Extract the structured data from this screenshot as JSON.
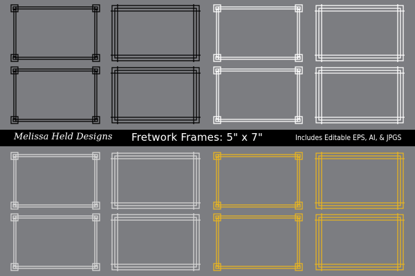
{
  "banner": {
    "brand": "Melissa Held Designs",
    "title": "Fretwork Frames:  5\" x 7\"",
    "info": "Includes Editable EPS, AI, & JPGS"
  },
  "colors": {
    "background": "#7c7d81",
    "black": "#000000",
    "white": "#ffffff",
    "silver": "#d8d8d8",
    "gold": "#e6b422"
  },
  "grid": {
    "rows": [
      [
        "black",
        "black",
        "white",
        "white"
      ],
      [
        "black",
        "black",
        "white",
        "white"
      ],
      [
        "silver",
        "silver",
        "gold",
        "gold"
      ],
      [
        "silver",
        "silver",
        "gold",
        "gold"
      ]
    ]
  }
}
